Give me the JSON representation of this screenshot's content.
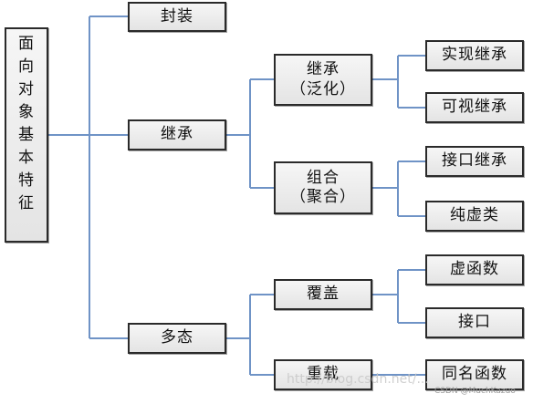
{
  "diagram": {
    "root": {
      "label": "面\n向\n对\n象\n基\n本\n特\n征"
    },
    "level1": [
      {
        "id": "fengzhuang",
        "label": "封装"
      },
      {
        "id": "jicheng",
        "label": "继承"
      },
      {
        "id": "duotai",
        "label": "多态"
      }
    ],
    "level2": [
      {
        "id": "jicheng_fanhua",
        "label": "继承\n（泛化）"
      },
      {
        "id": "zuhe_juhe",
        "label": "组合\n（聚合）"
      },
      {
        "id": "fugai",
        "label": "覆盖"
      },
      {
        "id": "chongzai",
        "label": "重载"
      }
    ],
    "level3": [
      {
        "id": "shixian_jicheng",
        "label": "实现继承"
      },
      {
        "id": "keshi_jicheng",
        "label": "可视继承"
      },
      {
        "id": "jiekou_jicheng",
        "label": "接口继承"
      },
      {
        "id": "chunxulei",
        "label": "纯虚类"
      },
      {
        "id": "xuhanshu",
        "label": "虚函数"
      },
      {
        "id": "jiekou",
        "label": "接口"
      },
      {
        "id": "tongming_hanshu",
        "label": "同名函数"
      }
    ],
    "connector_color": "#6f93c6"
  },
  "watermark": {
    "center": "http://blog.csdn.net/...",
    "credit": "CSDN @MuchKazuo"
  }
}
